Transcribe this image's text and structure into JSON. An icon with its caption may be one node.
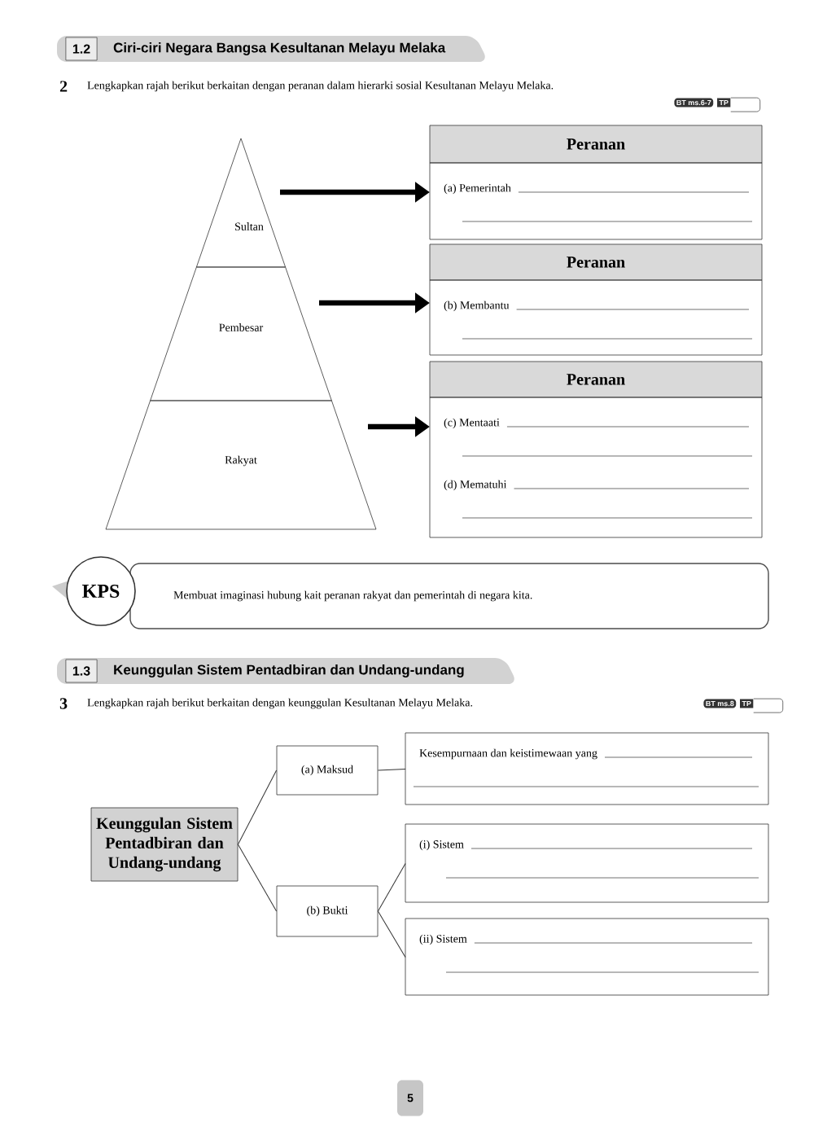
{
  "diagram": {
    "nodes": [
      {
        "text": [
          "Sultan"
        ]
      },
      {
        "text": [
          "Pembesar"
        ]
      },
      {
        "text": [
          "Rakyat"
        ]
      },
      {
        "text": [
          "Peranan",
          "(a) Pemerintah"
        ]
      },
      {
        "text": [
          "Peranan",
          "(b) Membantu"
        ]
      },
      {
        "text": [
          "Peranan",
          "(c) Mentaati",
          "(d) Mematuhi"
        ]
      },
      {
        "text": [
          "KPS",
          "Membuat imaginasi hubung kait peranan rakyat dan pemerintah di negara kita."
        ]
      },
      {
        "text": [
          "Keunggulan Sistem Pentadbiran dan Undang-undang"
        ]
      },
      {
        "text": [
          "(a) Maksud"
        ]
      },
      {
        "text": [
          "(b) Bukti"
        ]
      },
      {
        "text": [
          "Kesempurnaan dan keistimewaan yang"
        ]
      },
      {
        "text": [
          "(i) Sistem"
        ]
      },
      {
        "text": [
          "(ii) Sistem"
        ]
      }
    ],
    "edges": [
      {
        "from": 0,
        "to": 3,
        "arrow": "to",
        "style": "thick"
      },
      {
        "from": 1,
        "to": 4,
        "arrow": "to",
        "style": "thick"
      },
      {
        "from": 2,
        "to": 5,
        "arrow": "to",
        "style": "thick"
      },
      {
        "from": 7,
        "to": 8,
        "arrow": "none"
      },
      {
        "from": 7,
        "to": 9,
        "arrow": "none"
      },
      {
        "from": 8,
        "to": 10,
        "arrow": "none"
      },
      {
        "from": 9,
        "to": 11,
        "arrow": "none"
      },
      {
        "from": 9,
        "to": 12,
        "arrow": "none"
      }
    ],
    "labels": [
      "1.2",
      "Ciri-ciri Negara Bangsa Kesultanan Melayu Melaka",
      "2",
      "Lengkapkan rajah berikut berkaitan dengan peranan dalam hierarki sosial Kesultanan Melayu Melaka.",
      "BT ms.6-7",
      "TP",
      "1.3",
      "Keunggulan Sistem Pentadbiran dan Undang-undang",
      "3",
      "Lengkapkan rajah berikut berkaitan dengan keunggulan Kesultanan Melayu Melaka.",
      "BT ms.8",
      "TP",
      "5"
    ]
  }
}
